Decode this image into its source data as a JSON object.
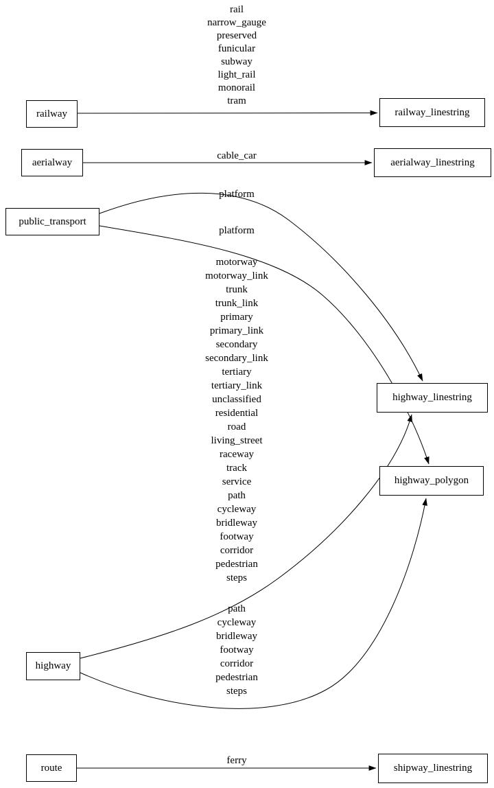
{
  "diagram": {
    "colors": {
      "stroke": "#000000",
      "node_fill": "#ffffff",
      "background": "#ffffff",
      "text": "#000000"
    },
    "nodes": {
      "railway": {
        "label": "railway"
      },
      "railway_linestring": {
        "label": "railway_linestring"
      },
      "aerialway": {
        "label": "aerialway"
      },
      "aerialway_linestring": {
        "label": "aerialway_linestring"
      },
      "public_transport": {
        "label": "public_transport"
      },
      "highway_linestring": {
        "label": "highway_linestring"
      },
      "highway_polygon": {
        "label": "highway_polygon"
      },
      "highway": {
        "label": "highway"
      },
      "route": {
        "label": "route"
      },
      "shipway_linestring": {
        "label": "shipway_linestring"
      }
    },
    "edges": {
      "railway_to_railway_linestring": {
        "from": "railway",
        "to": "railway_linestring",
        "labels": [
          "rail",
          "narrow_gauge",
          "preserved",
          "funicular",
          "subway",
          "light_rail",
          "monorail",
          "tram"
        ]
      },
      "aerialway_to_aerialway_linestring": {
        "from": "aerialway",
        "to": "aerialway_linestring",
        "labels": [
          "cable_car"
        ]
      },
      "public_transport_to_highway_linestring": {
        "from": "public_transport",
        "to": "highway_linestring",
        "labels": [
          "platform"
        ]
      },
      "public_transport_to_highway_polygon": {
        "from": "public_transport",
        "to": "highway_polygon",
        "labels": [
          "platform"
        ]
      },
      "highway_to_highway_linestring": {
        "from": "highway",
        "to": "highway_linestring",
        "labels": [
          "motorway",
          "motorway_link",
          "trunk",
          "trunk_link",
          "primary",
          "primary_link",
          "secondary",
          "secondary_link",
          "tertiary",
          "tertiary_link",
          "unclassified",
          "residential",
          "road",
          "living_street",
          "raceway",
          "track",
          "service",
          "path",
          "cycleway",
          "bridleway",
          "footway",
          "corridor",
          "pedestrian",
          "steps"
        ]
      },
      "highway_to_highway_polygon": {
        "from": "highway",
        "to": "highway_polygon",
        "labels": [
          "path",
          "cycleway",
          "bridleway",
          "footway",
          "corridor",
          "pedestrian",
          "steps"
        ]
      },
      "route_to_shipway_linestring": {
        "from": "route",
        "to": "shipway_linestring",
        "labels": [
          "ferry"
        ]
      }
    }
  }
}
